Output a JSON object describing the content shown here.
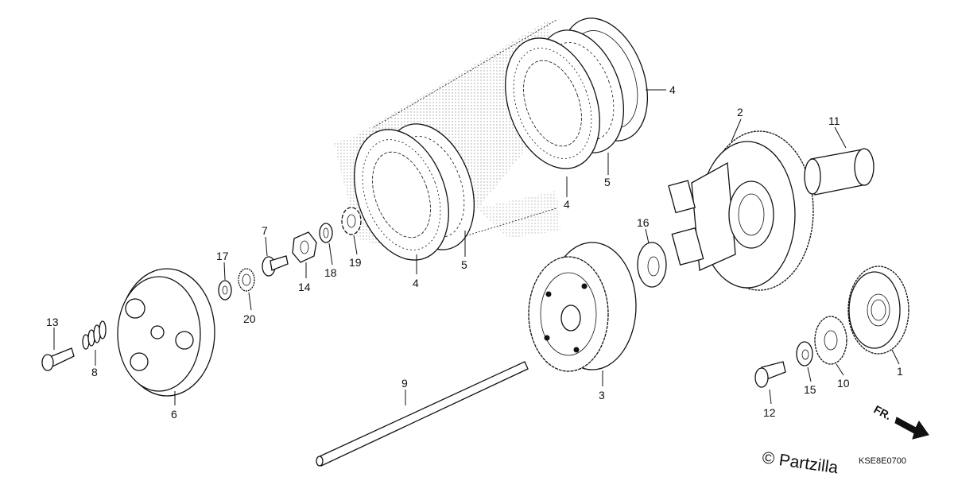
{
  "diagram": {
    "code": "KSE8E0700",
    "watermark": "© Partzilla",
    "front_indicator": "FR.",
    "callouts": [
      {
        "id": "c1",
        "label": "1"
      },
      {
        "id": "c2",
        "label": "2"
      },
      {
        "id": "c3",
        "label": "3"
      },
      {
        "id": "c4a",
        "label": "4"
      },
      {
        "id": "c4b",
        "label": "4"
      },
      {
        "id": "c4c",
        "label": "4"
      },
      {
        "id": "c5a",
        "label": "5"
      },
      {
        "id": "c5b",
        "label": "5"
      },
      {
        "id": "c6",
        "label": "6"
      },
      {
        "id": "c7",
        "label": "7"
      },
      {
        "id": "c8",
        "label": "8"
      },
      {
        "id": "c9",
        "label": "9"
      },
      {
        "id": "c10",
        "label": "10"
      },
      {
        "id": "c11",
        "label": "11"
      },
      {
        "id": "c12",
        "label": "12"
      },
      {
        "id": "c13",
        "label": "13"
      },
      {
        "id": "c14",
        "label": "14"
      },
      {
        "id": "c15",
        "label": "15"
      },
      {
        "id": "c16",
        "label": "16"
      },
      {
        "id": "c17",
        "label": "17"
      },
      {
        "id": "c18",
        "label": "18"
      },
      {
        "id": "c19",
        "label": "19"
      },
      {
        "id": "c20",
        "label": "20"
      }
    ]
  }
}
